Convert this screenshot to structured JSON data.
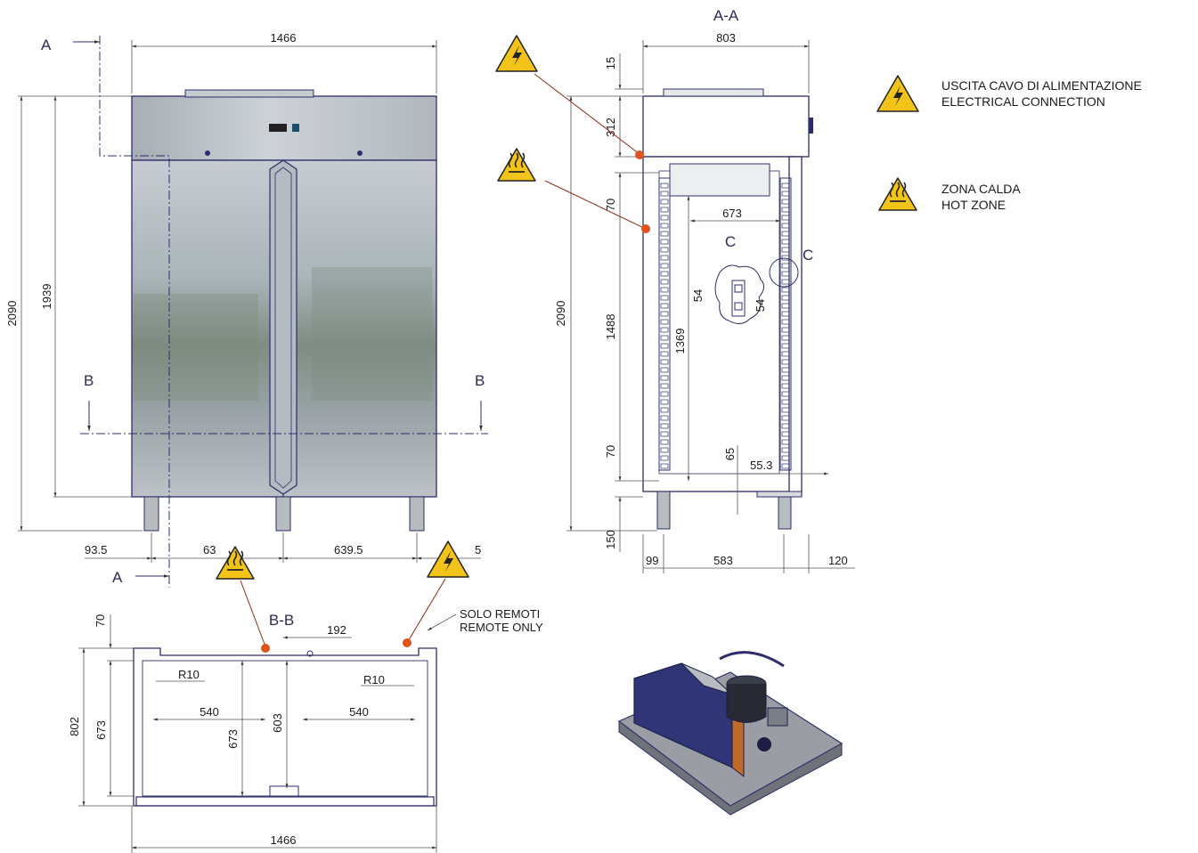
{
  "sections": {
    "a_top": "A",
    "a_bottom": "A",
    "b_left": "B",
    "b_right": "B",
    "aa_title": "A-A",
    "bb_title": "B-B",
    "c_label": "C",
    "c_marker": "C"
  },
  "front_view": {
    "width": "1466",
    "height_total": "2090",
    "height_body": "1939",
    "left_offset": "93.5",
    "left_span": "63",
    "right_span": "639.5",
    "right_offset": "5"
  },
  "side_view": {
    "depth": "803",
    "top_gap": "15",
    "top_unit": "312",
    "upper_gap": "70",
    "interior_width": "673",
    "height_total": "2090",
    "interior_height": "1488",
    "rail_height": "1369",
    "rail_pitch_a": "54",
    "rail_pitch_b": "54",
    "lower_gap": "70",
    "bottom_step": "65",
    "side_offset": "55.3",
    "legs": "150",
    "back_offset": "99",
    "leg_span": "583",
    "door_depth": "120"
  },
  "plan_view": {
    "top_gap": "70",
    "offset": "192",
    "radius_left": "R10",
    "radius_right": "R10",
    "span_left": "540",
    "span_right": "540",
    "depth_total": "802",
    "depth_inner": "673",
    "depth_inner_mid": "673",
    "depth_center": "603",
    "width": "1466"
  },
  "remote_note": {
    "line1": "SOLO REMOTI",
    "line2": "REMOTE ONLY"
  },
  "legend": {
    "electrical_it": "USCITA CAVO DI ALIMENTAZIONE",
    "electrical_en": "ELECTRICAL CONNECTION",
    "hot_it": "ZONA CALDA",
    "hot_en": "HOT ZONE"
  },
  "colors": {
    "outline": "#2d2d6b",
    "warning_yellow": "#f2c318",
    "marker_orange": "#e0541c",
    "leader_brown": "#8b2a12",
    "steel": "#b9bec4"
  }
}
